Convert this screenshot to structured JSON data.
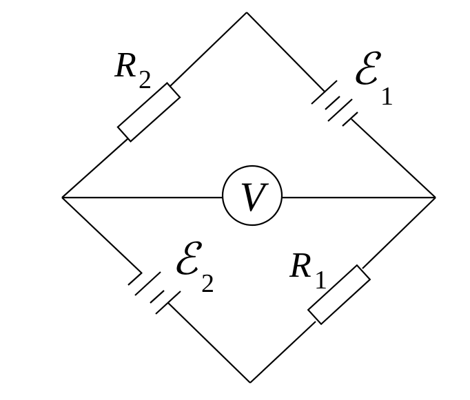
{
  "labels": {
    "r1": {
      "main": "R",
      "sub": "1"
    },
    "r2": {
      "main": "R",
      "sub": "2"
    },
    "e1": {
      "main": "ℰ",
      "sub": "1"
    },
    "e2": {
      "main": "ℰ",
      "sub": "2"
    },
    "voltmeter": "V"
  },
  "colors": {
    "stroke": "#000000",
    "background": "#ffffff"
  }
}
